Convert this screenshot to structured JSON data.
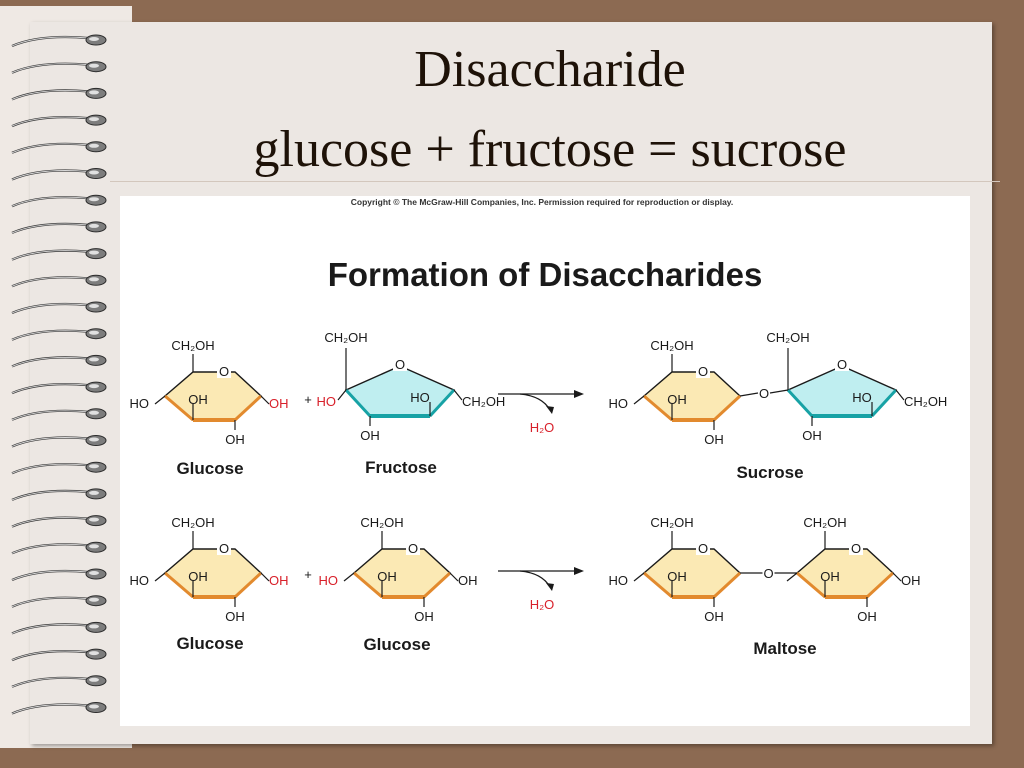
{
  "slide": {
    "title_line1": "Disaccharide",
    "title_line2": "glucose + fructose = sucrose"
  },
  "figure": {
    "copyright": "Copyright © The McGraw-Hill Companies, Inc. Permission required for reproduction or display.",
    "heading": "Formation of Disaccharides",
    "plus": "+",
    "substituents": {
      "ch2oh": "CH₂OH",
      "oh": "OH",
      "ho": "HO",
      "o": "O",
      "h2o": "H₂O"
    },
    "labels": {
      "glucose_top": "Glucose",
      "fructose": "Fructose",
      "sucrose": "Sucrose",
      "glucose_bottom_left": "Glucose",
      "glucose_bottom_mid": "Glucose",
      "maltose": "Maltose"
    },
    "colors": {
      "glucose_ring_fill": "#fbe9b4",
      "fructose_ring_fill": "#bfeef0",
      "ring_edge_highlight_glucose": "#e28a2e",
      "ring_edge_highlight_fructose": "#17a2a5",
      "water_color": "#d8202a"
    }
  }
}
